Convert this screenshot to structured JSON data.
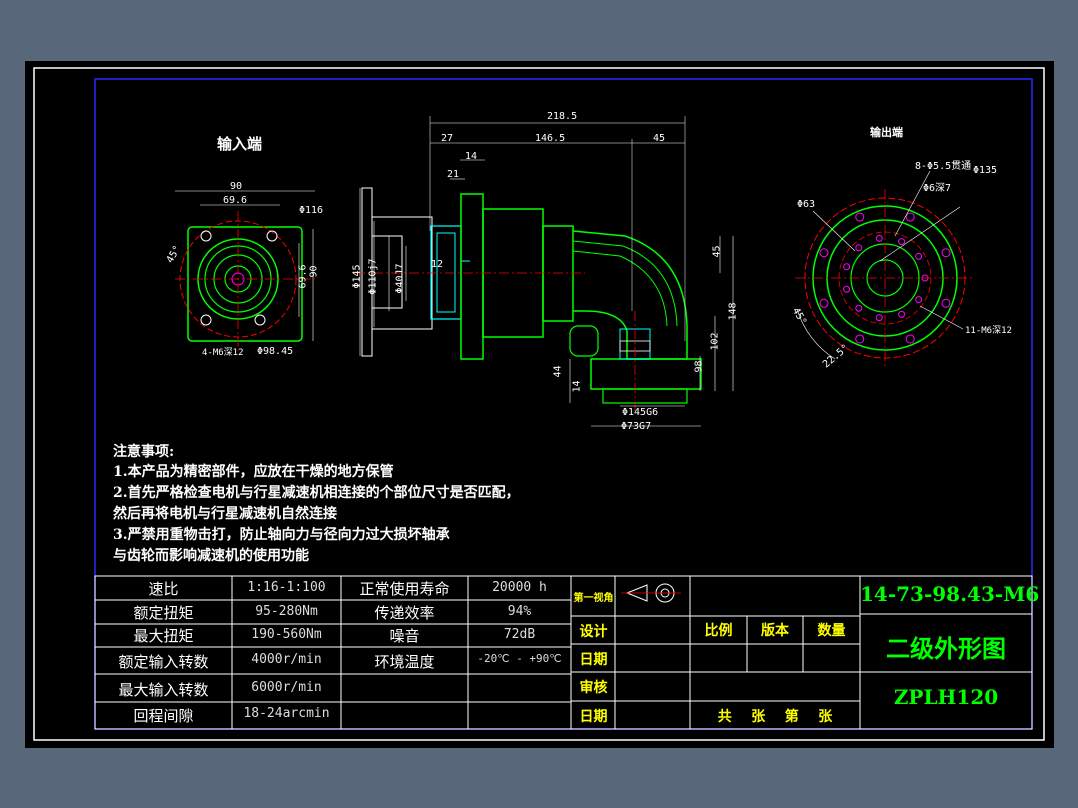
{
  "views": {
    "input_end_title": "输入端",
    "output_end_title": "输出端"
  },
  "dims": {
    "overall_length": "218.5",
    "d27": "27",
    "d146_5": "146.5",
    "d45_top": "45",
    "d14": "14",
    "d21": "21",
    "phi145": "Φ145",
    "phi110": "Φ110j7",
    "phi40": "Φ40J7",
    "d12": "12",
    "d45_right": "45",
    "d148": "148",
    "d102": "102",
    "d98": "98",
    "d44": "44",
    "d14_5": "14",
    "phi145g6": "Φ145G6",
    "phi73g7": "Φ73G7",
    "in_90": "90",
    "in_69_6": "69.6",
    "in_phi116": "Φ116",
    "in_45deg": "45°",
    "in_69_6v": "69.6",
    "in_90v": "90",
    "in_m6": "4-M6深12",
    "in_phi98": "Φ98.45",
    "out_8holes": "8-Φ5.5贯通",
    "out_phi6": "Φ6深7",
    "out_phi135": "Φ135",
    "out_phi63": "Φ63",
    "out_45deg": "45°",
    "out_22_5": "22.5°",
    "out_m6": "11-M6深12"
  },
  "notes": {
    "heading": "注意事项:",
    "line1": "1.本产品为精密部件，应放在干燥的地方保管",
    "line2": "2.首先严格检查电机与行星减速机相连接的个部位尺寸是否匹配，",
    "line3": "然后再将电机与行星减速机自然连接",
    "line4": "3.严禁用重物击打，防止轴向力与径向力过大损坏轴承",
    "line5": "与齿轮而影响减速机的使用功能"
  },
  "specs": {
    "rows": [
      {
        "label": "速比",
        "value": "1:16-1:100",
        "label2": "正常使用寿命",
        "value2": "20000 h"
      },
      {
        "label": "额定扭矩",
        "value": "95-280Nm",
        "label2": "传递效率",
        "value2": "94%"
      },
      {
        "label": "最大扭矩",
        "value": "190-560Nm",
        "label2": "噪音",
        "value2": "72dB"
      },
      {
        "label": "额定输入转数",
        "value": "4000r/min",
        "label2": "环境温度",
        "value2": "-20℃ - +90℃"
      },
      {
        "label": "最大输入转数",
        "value": "6000r/min",
        "label2": "",
        "value2": ""
      },
      {
        "label": "回程间隙",
        "value": "18-24arcmin",
        "label2": "",
        "value2": ""
      }
    ]
  },
  "title_block": {
    "projection": "第一视角",
    "design": "设计",
    "date1": "日期",
    "review": "审核",
    "date2": "日期",
    "scale": "比例",
    "version": "版本",
    "quantity": "数量",
    "sheets": "共    张    第    张",
    "drawing_no": "14-73-98.43-M6",
    "title": "二级外形图",
    "model": "ZPLH120"
  },
  "colors": {
    "background": "#59677a",
    "sheet": "#000000",
    "border_blue": "#2a2aff",
    "outline": "#00ff00",
    "hatch": "#00ffff",
    "dim": "#ffffff",
    "center": "#ff0000",
    "accent_magenta": "#ff00ff",
    "title_yellow": "#ffff00"
  }
}
